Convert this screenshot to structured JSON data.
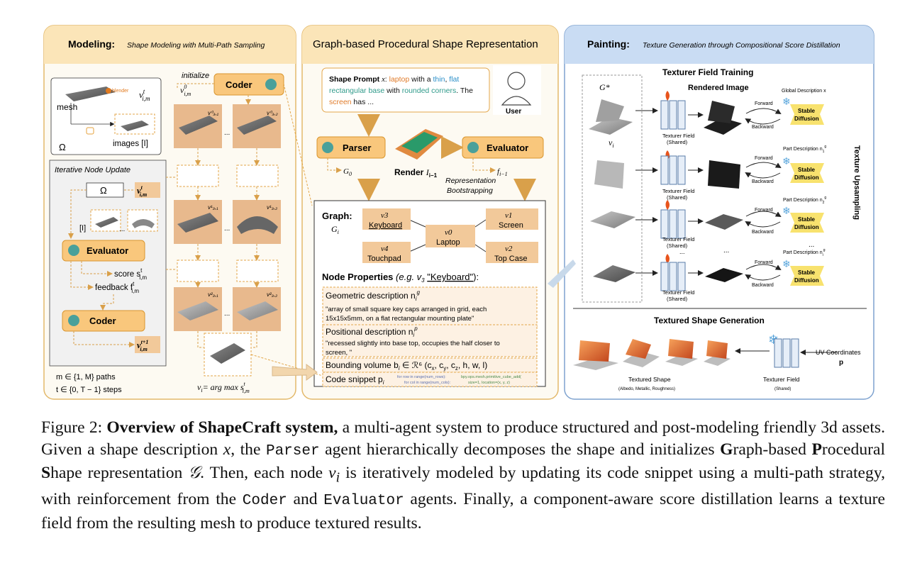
{
  "modeling": {
    "header_bold": "Modeling:",
    "header_italic": "Shape Modeling with Multi-Path Sampling",
    "mesh_label": "mesh",
    "blender_label": "blender",
    "images_label": "images [I]",
    "omega": "Ω",
    "v_itm": "v",
    "v_itm_sup": "t",
    "v_itm_sub": "i,m",
    "initialize": "initialize",
    "v0_label": "v",
    "v0_sup": "0",
    "v0_sub": "i,m",
    "coder_label": "Coder",
    "iterative_title": "Iterative Node Update",
    "omega_box": "Ω",
    "i_label": "[I]",
    "ellipsis": "...",
    "evaluator_label": "Evaluator",
    "score_label": "score s",
    "score_sup": "t",
    "score_sub": "i,m",
    "feedback_label": "feedback f",
    "feedback_sup": "t",
    "feedback_sub": "i,m",
    "coder_label2": "Coder",
    "v_next_sup": "t+1",
    "m_line": "m ∈ {1, M} paths",
    "t_line": "t ∈ {0, T − 1} steps",
    "argmax": "v",
    "argmax_rest": "= arg max s",
    "grid_labels": [
      "v⁰₃,₁",
      "v⁰₃,₂",
      "v¹₃,₁",
      "v¹₃,₂",
      "v²₃,₁",
      "v²₃,₂"
    ]
  },
  "graph": {
    "header": "Graph-based Procedural Shape Representation",
    "prompt_bold": "Shape Prompt",
    "prompt_x": "x",
    "prompt_words": [
      {
        "t": ": ",
        "c": "#111"
      },
      {
        "t": "laptop",
        "c": "#e07b2a"
      },
      {
        "t": " with a ",
        "c": "#111"
      },
      {
        "t": "thin",
        "c": "#2b8fc9"
      },
      {
        "t": ", ",
        "c": "#111"
      },
      {
        "t": "flat",
        "c": "#2b8fc9"
      }
    ],
    "prompt_line2": [
      {
        "t": "rectangular base",
        "c": "#2f9a8a"
      },
      {
        "t": " with ",
        "c": "#111"
      },
      {
        "t": "rounded corners",
        "c": "#2f9a8a"
      },
      {
        "t": ". The",
        "c": "#111"
      }
    ],
    "prompt_line3": [
      {
        "t": "screen",
        "c": "#e07b2a"
      },
      {
        "t": " has ...",
        "c": "#111"
      }
    ],
    "user_label": "User",
    "parser_label": "Parser",
    "evaluator_label": "Evaluator",
    "render_label": "Render",
    "render_sub": "I",
    "g0_label": "G",
    "f_label": "f",
    "bootstrap1": "Representation",
    "bootstrap2": "Bootstrapping",
    "graph_label": "Graph:",
    "graph_gi": "G",
    "nodes": [
      {
        "id": "v3",
        "name": "Keyboard"
      },
      {
        "id": "v1",
        "name": "Screen"
      },
      {
        "id": "v0",
        "name": "Laptop"
      },
      {
        "id": "v4",
        "name": "Touchpad"
      },
      {
        "id": "v2",
        "name": "Top Case"
      }
    ],
    "node_props": "Node Properties",
    "node_props_eg": "(e.g. v",
    "node_props_kb": "\"Keyboard\"",
    "geo_title": "Geometric description n",
    "geo_text1": "\"array of small square key caps arranged in grid, each",
    "geo_text2": "15x15x5mm, on a flat rectangular mounting plate\"",
    "pos_title": "Positional description n",
    "pos_text1": "\"recessed slightly into base top, occupies the half closer to",
    "pos_text2": "screen, \"",
    "bbox_title": "Bounding volume b",
    "bbox_math": "∈ ℛ⁶  (c",
    "bbox_rest": ", c",
    "code_title": "Code snippet p",
    "code_l1": "for row in range(num_rows):",
    "code_l2": "for col in range(num_cols):",
    "code_r1": "bpy.ops.mesh.primitive_cube_add(",
    "code_r2": "size=1, location=(x, y, z)"
  },
  "painting": {
    "header_bold": "Painting:",
    "header_italic": "Texture Generation through Compositional Score Distillation",
    "training_title": "Texturer Field Training",
    "rendered_image": "Rendered Image",
    "g_star": "G*",
    "vi": "v",
    "global_desc": "Global Description x",
    "part_desc": "Part Description n",
    "stable": "Stable",
    "diffusion": "Diffusion",
    "forward": "Forward",
    "backward": "Backward",
    "texturer_field": "Texturer Field",
    "shared": "(Shared)",
    "upsampling": "Texture Upsampling",
    "gen_title": "Textured Shape Generation",
    "textured_shape": "Textured Shape",
    "textured_sub": "(Albedo, Metallic, Roughness)",
    "uv": "UV Coordinates",
    "uv_p": "p",
    "ellipsis": "..."
  },
  "caption": {
    "fig": "Figure 2:",
    "bold_title": "Overview of ShapeCraft system,",
    "t1": " a multi-agent system to produce structured and post-modeling friendly 3d assets. Given a shape description ",
    "x": "x",
    "t2": ", the ",
    "parser": "Parser",
    "t3": " agent hierarchically decomposes the shape and initializes ",
    "G": "G",
    "raph": "raph-based ",
    "P": "P",
    "rocedural": "rocedural ",
    "S": "S",
    "hape": "hape representation ",
    "calG": "𝒢",
    "t4": ". Then, each node ",
    "vi": "v",
    "vi_sub": "i",
    "t5": " is iteratively modeled by updating its code snippet using a multi-path strategy, with reinforcement from the ",
    "coder": "Coder",
    "t6": " and ",
    "evaluator": "Evaluator",
    "t7": " agents. Finally, a component-aware score distillation learns a texture field from the resulting mesh to produce textured results."
  }
}
